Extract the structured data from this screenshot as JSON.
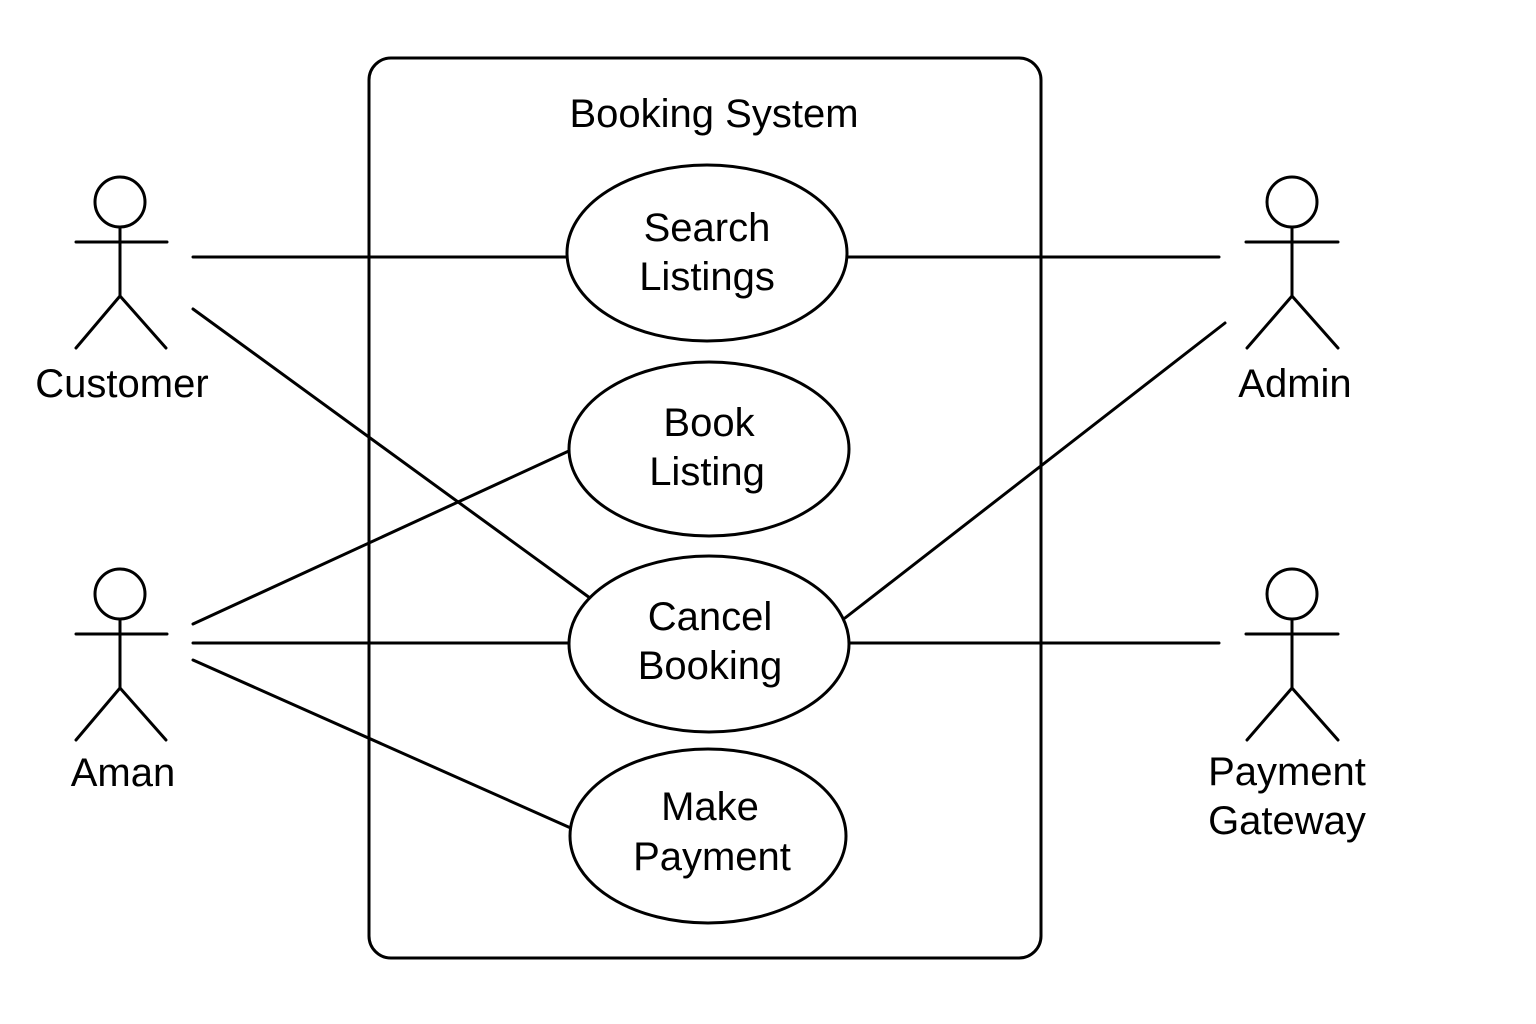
{
  "system": {
    "title": "Booking System"
  },
  "use_cases": {
    "search_listings": {
      "line1": "Search",
      "line2": "Listings"
    },
    "book_listing": {
      "line1": "Book",
      "line2": "Listing"
    },
    "cancel_booking": {
      "line1": "Cancel",
      "line2": "Booking"
    },
    "make_payment": {
      "line1": "Make",
      "line2": "Payment"
    }
  },
  "actors": {
    "customer": {
      "label": "Customer"
    },
    "aman": {
      "label": "Aman"
    },
    "admin": {
      "label": "Admin"
    },
    "payment_gateway": {
      "line1": "Payment",
      "line2": "Gateway"
    }
  },
  "associations": [
    {
      "actor": "Customer",
      "use_case": "Search Listings"
    },
    {
      "actor": "Customer",
      "use_case": "Cancel Booking"
    },
    {
      "actor": "Aman",
      "use_case": "Book Listing"
    },
    {
      "actor": "Aman",
      "use_case": "Cancel Booking"
    },
    {
      "actor": "Aman",
      "use_case": "Make Payment"
    },
    {
      "actor": "Admin",
      "use_case": "Search Listings"
    },
    {
      "actor": "Admin",
      "use_case": "Cancel Booking"
    },
    {
      "actor": "Payment Gateway",
      "use_case": "Cancel Booking"
    }
  ],
  "colors": {
    "stroke": "#000000",
    "background": "#ffffff"
  }
}
